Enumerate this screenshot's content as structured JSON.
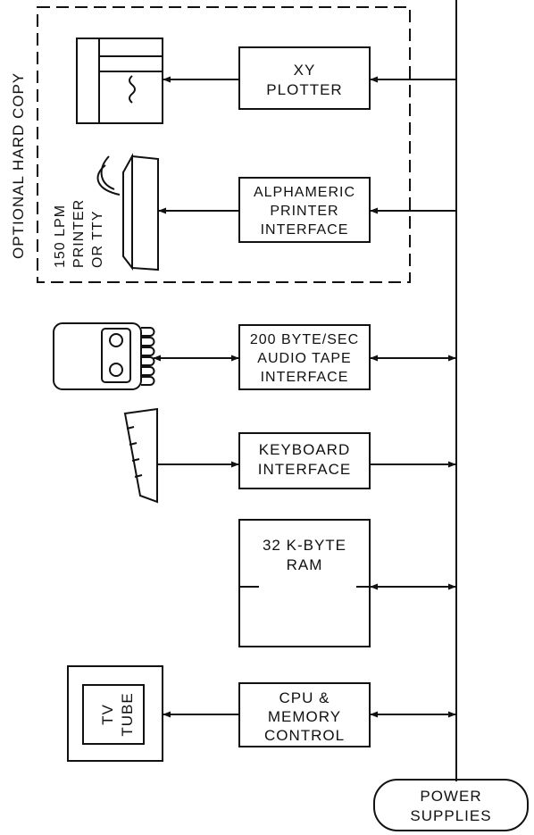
{
  "diagram": {
    "optional_group_label": "OPTIONAL HARD COPY",
    "boxes": {
      "xy_plotter": [
        "XY",
        "PLOTTER"
      ],
      "printer_interface": [
        "ALPHAMERIC",
        "PRINTER",
        "INTERFACE"
      ],
      "tape_interface": [
        "200 BYTE/SEC",
        "AUDIO TAPE",
        "INTERFACE"
      ],
      "keyboard_interface": [
        "KEYBOARD",
        "INTERFACE"
      ],
      "ram": [
        "32 K-BYTE",
        "RAM"
      ],
      "cpu": [
        "CPU &",
        "MEMORY",
        "CONTROL"
      ]
    },
    "devices": {
      "printer": [
        "150 LPM",
        "PRINTER",
        "OR TTY"
      ],
      "tv_tube": [
        "TV",
        "TUBE"
      ]
    },
    "power_supplies": [
      "POWER",
      "SUPPLIES"
    ]
  }
}
